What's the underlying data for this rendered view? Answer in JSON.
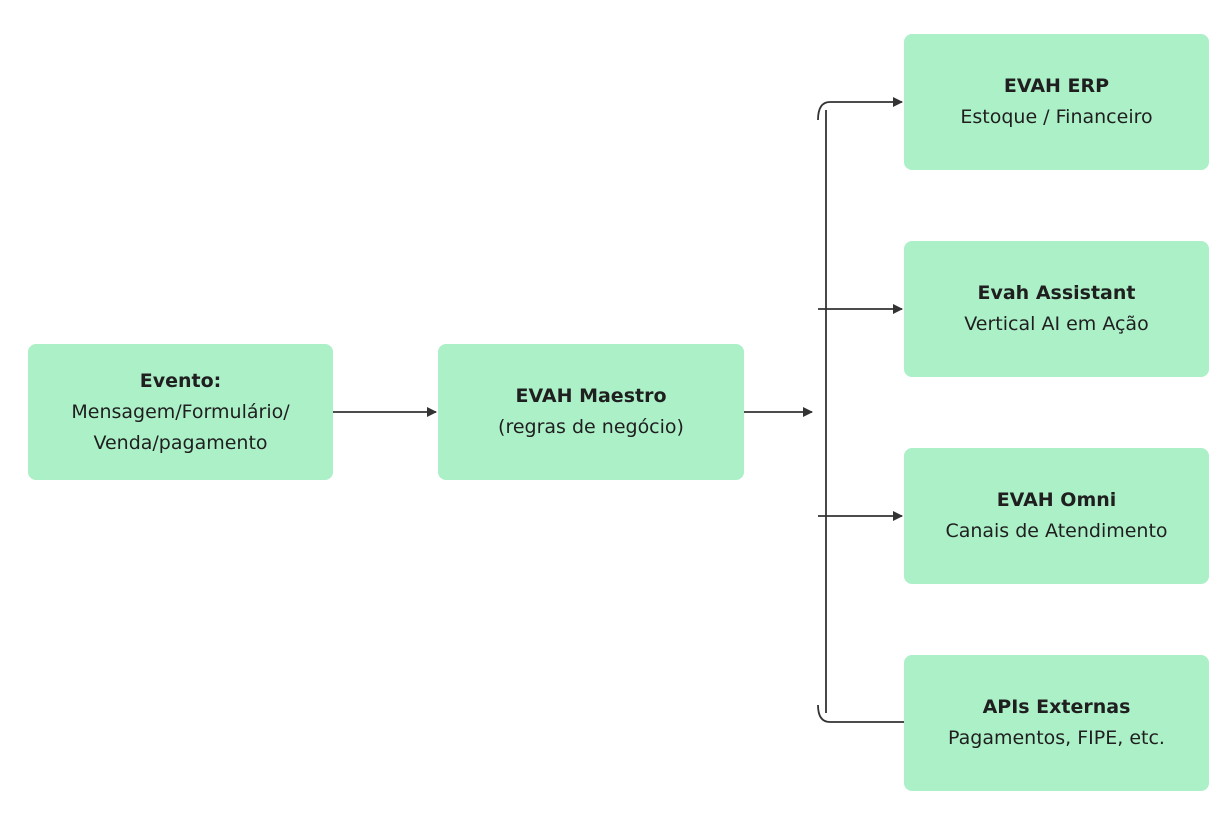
{
  "diagram": {
    "nodes": {
      "evento": {
        "title": "Evento:",
        "lines": [
          "Mensagem/Formulário/",
          "Venda/pagamento"
        ]
      },
      "maestro": {
        "title": "EVAH Maestro",
        "lines": [
          "(regras de negócio)"
        ]
      },
      "erp": {
        "title": "EVAH ERP",
        "lines": [
          "Estoque / Financeiro"
        ]
      },
      "assistant": {
        "title": "Evah Assistant",
        "lines": [
          "Vertical AI em Ação"
        ]
      },
      "omni": {
        "title": "EVAH Omni",
        "lines": [
          "Canais de Atendimento"
        ]
      },
      "apis": {
        "title": "APIs Externas",
        "lines": [
          "Pagamentos, FIPE, etc."
        ]
      }
    },
    "colors": {
      "node_fill": "#acf0c8",
      "connector": "#333333",
      "text": "#1f1f1f"
    }
  }
}
